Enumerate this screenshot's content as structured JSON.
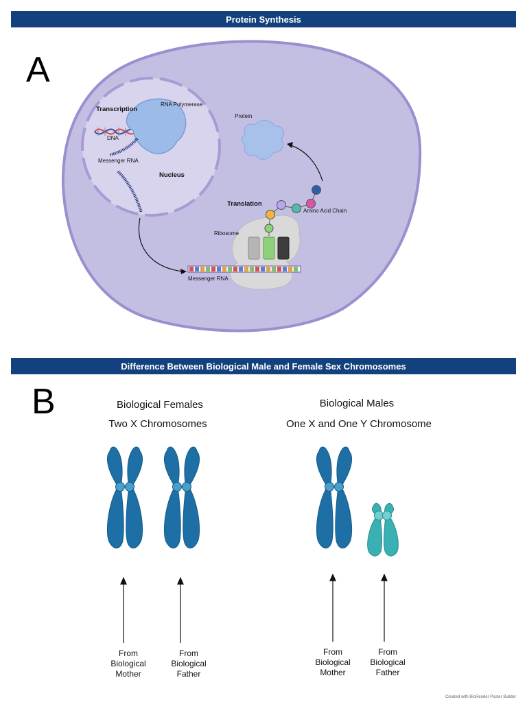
{
  "section_a": {
    "banner": "Protein Synthesis",
    "letter": "A",
    "labels": {
      "transcription": "Transcription",
      "rna_polymerase": "RNA Polymerase",
      "dna": "DNA",
      "messenger_rna_top": "Messenger RNA",
      "nucleus": "Nucleus",
      "protein": "Protein",
      "translation": "Translation",
      "amino_acid_chain": "Amino Acid Chain",
      "ribosome": "Ribosome",
      "messenger_rna_bottom": "Messenger RNA"
    },
    "colors": {
      "cell_fill": "#c3bfe3",
      "cell_border": "#9a8fcf",
      "nucleus_fill": "#d8d4ee",
      "polymerase": "#9dbbe8",
      "protein": "#a7c1ea",
      "ribosome": "#d9d9d9",
      "amino_acids": [
        "#f2b340",
        "#8fd17b",
        "#b9a6ee",
        "#56b8a8",
        "#d955a6",
        "#2d5fa7"
      ]
    }
  },
  "section_b": {
    "banner": "Difference Between Biological Male and Female Sex Chromosomes",
    "letter": "B",
    "females": {
      "title": "Biological Females",
      "subtitle": "Two X Chromosomes",
      "captions": [
        "From\nBiological\nMother",
        "From\nBiological\nFather"
      ]
    },
    "males": {
      "title": "Biological Males",
      "subtitle": "One X and One Y Chromosome",
      "captions": [
        "From\nBiological\nMother",
        "From\nBiological\nFather"
      ]
    },
    "colors": {
      "x_chromosome": "#1d6fa5",
      "y_chromosome": "#3ab0b3"
    }
  },
  "footer": "Created with BioRender Poster Builder"
}
